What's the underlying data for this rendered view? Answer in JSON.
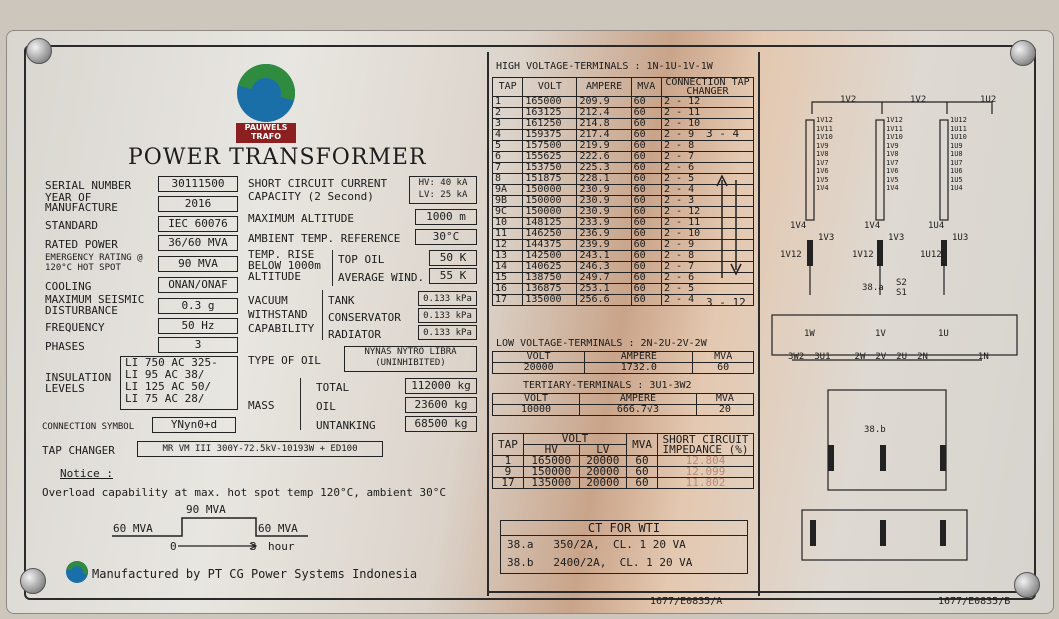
{
  "brand": {
    "logo_text": "PAUWELS TRAFO",
    "title": "POWER TRANSFORMER"
  },
  "specs": {
    "serial_number_label": "SERIAL NUMBER",
    "serial_number": "30111500",
    "year_label": "YEAR OF MANUFACTURE",
    "year": "2016",
    "standard_label": "STANDARD",
    "standard": "IEC 60076",
    "rated_power_label": "RATED POWER",
    "rated_power": "36/60 MVA",
    "emergency_label": "EMERGENCY RATING @ 120°C HOT SPOT",
    "emergency": "90 MVA",
    "cooling_label": "COOLING",
    "cooling": "ONAN/ONAF",
    "seismic_label": "MAXIMUM SEISMIC DISTURBANCE",
    "seismic": "0.3 g",
    "frequency_label": "FREQUENCY",
    "frequency": "50 Hz",
    "phases_label": "PHASES",
    "phases": "3",
    "insulation_label": "INSULATION LEVELS",
    "insulation_lines": [
      "LI 750 AC 325-",
      "LI 95 AC 38/",
      "LI 125 AC 50/",
      "LI 75 AC 28/"
    ],
    "connection_label": "CONNECTION SYMBOL",
    "connection": "YNyn0+d",
    "tap_changer_label": "TAP CHANGER",
    "tap_changer": "MR VM III 300Y-72.5kV-10193W + ED100"
  },
  "specs2": {
    "short_circuit_label": "SHORT CIRCUIT CURRENT",
    "capacity_label": "CAPACITY (2 Second)",
    "hv_sc": "HV: 40 kA",
    "lv_sc": "LV: 25 kA",
    "max_alt_label": "MAXIMUM ALTITUDE",
    "max_alt": "1000 m",
    "ambient_label": "AMBIENT TEMP. REFERENCE",
    "ambient": "30°C",
    "temp_rise_label": "TEMP. RISE BELOW 1000m ALTITUDE",
    "top_oil_label": "TOP OIL",
    "top_oil": "50 K",
    "avg_wind_label": "AVERAGE WIND.",
    "avg_wind": "55 K",
    "vacuum_label": "VACUUM WITHSTAND CAPABILITY",
    "tank_label": "TANK",
    "tank": "0.133 kPa",
    "conservator_label": "CONSERVATOR",
    "conservator": "0.133 kPa",
    "radiator_label": "RADIATOR",
    "radiator": "0.133 kPa",
    "oil_type_label": "TYPE OF OIL",
    "oil_type_1": "NYNAS NYTRO LIBRA",
    "oil_type_2": "(UNINHIBITED)",
    "mass_label": "MASS",
    "total_label": "TOTAL",
    "total": "112000 kg",
    "oil_label": "OIL",
    "oil": "23600 kg",
    "untanking_label": "UNTANKING",
    "untanking": "68500 kg"
  },
  "notice": {
    "title": "Notice :",
    "text": "Overload capability at max. hot spot temp 120°C, ambient 30°C",
    "left_mva": "60 MVA",
    "mid_mva": "90 MVA",
    "right_mva": "60 MVA",
    "t0": "0",
    "t3": "3",
    "hour": "hour"
  },
  "manufacturer": "Manufactured by PT CG Power Systems Indonesia",
  "hv_table": {
    "title": "HIGH VOLTAGE-TERMINALS : 1N-1U-1V-1W",
    "headers": [
      "TAP",
      "VOLT",
      "AMPERE",
      "MVA",
      "CONNECTION TAP CHANGER"
    ],
    "rows": [
      [
        "1",
        "165000",
        "209.9",
        "60",
        "2 - 12"
      ],
      [
        "2",
        "163125",
        "212.4",
        "60",
        "2 - 11"
      ],
      [
        "3",
        "161250",
        "214.8",
        "60",
        "2 - 10"
      ],
      [
        "4",
        "159375",
        "217.4",
        "60",
        "2 - 9"
      ],
      [
        "5",
        "157500",
        "219.9",
        "60",
        "2 - 8"
      ],
      [
        "6",
        "155625",
        "222.6",
        "60",
        "2 - 7"
      ],
      [
        "7",
        "153750",
        "225.3",
        "60",
        "2 - 6"
      ],
      [
        "8",
        "151875",
        "228.1",
        "60",
        "2 - 5"
      ],
      [
        "9A",
        "150000",
        "230.9",
        "60",
        "2 - 4"
      ],
      [
        "9B",
        "150000",
        "230.9",
        "60",
        "2 - 3"
      ],
      [
        "9C",
        "150000",
        "230.9",
        "60",
        "2 - 12"
      ],
      [
        "10",
        "148125",
        "233.9",
        "60",
        "2 - 11"
      ],
      [
        "11",
        "146250",
        "236.9",
        "60",
        "2 - 10"
      ],
      [
        "12",
        "144375",
        "239.9",
        "60",
        "2 - 9"
      ],
      [
        "13",
        "142500",
        "243.1",
        "60",
        "2 - 8"
      ],
      [
        "14",
        "140625",
        "246.3",
        "60",
        "2 - 7"
      ],
      [
        "15",
        "138750",
        "249.7",
        "60",
        "2 - 6"
      ],
      [
        "16",
        "136875",
        "253.1",
        "60",
        "2 - 5"
      ],
      [
        "17",
        "135000",
        "256.6",
        "60",
        "2 - 4"
      ]
    ],
    "range_upper": "3 - 4",
    "range_lower": "3 - 12"
  },
  "lv_table": {
    "title": "LOW VOLTAGE-TERMINALS : 2N-2U-2V-2W",
    "headers": [
      "VOLT",
      "AMPERE",
      "MVA"
    ],
    "row": [
      "20000",
      "1732.0",
      "60"
    ]
  },
  "tert_table": {
    "title": "TERTIARY-TERMINALS : 3U1-3W2",
    "headers": [
      "VOLT",
      "AMPERE",
      "MVA"
    ],
    "row": [
      "10000",
      "666.7√3",
      "20"
    ]
  },
  "imp_table": {
    "headers": [
      "TAP",
      "VOLT",
      "MVA",
      "SHORT CIRCUIT IMPEDANCE (%)"
    ],
    "sub": [
      "HV",
      "LV"
    ],
    "rows": [
      [
        "1",
        "165000",
        "20000",
        "60",
        "12.804"
      ],
      [
        "9",
        "150000",
        "20000",
        "60",
        "12.099"
      ],
      [
        "17",
        "135000",
        "20000",
        "60",
        "11.802"
      ]
    ]
  },
  "ct": {
    "title": "CT FOR WTI",
    "line1": "38.a   350/2A,  CL. 1 20 VA",
    "line2": "38.b   2400/2A,  CL. 1 20 VA"
  },
  "codes": {
    "a": "1677/E0835/A",
    "b": "1677/E0835/B"
  },
  "diagram": {
    "top": [
      "1V2",
      "1V2",
      "1U2"
    ],
    "taps_a": [
      "1V12",
      "1V11",
      "1V10",
      "1V9",
      "1V8",
      "1V7",
      "1V6",
      "1V5",
      "1V4"
    ],
    "taps_b": [
      "1V12",
      "1V11",
      "1V10",
      "1V9",
      "1V8",
      "1V7",
      "1V6",
      "1V5",
      "1V4"
    ],
    "taps_c": [
      "1U12",
      "1U11",
      "1U10",
      "1U9",
      "1U8",
      "1U7",
      "1U6",
      "1U5",
      "1U4"
    ],
    "w4": [
      "1V4",
      "1V4",
      "1U4"
    ],
    "w3": [
      "1V3",
      "1V3",
      "1U3"
    ],
    "w2": [
      "1V12",
      "1V12",
      "1U12"
    ],
    "ct_a": "38.a",
    "ct_b": "38.b",
    "s2": "S2",
    "s1": "S1",
    "bottom_hv": [
      "1W",
      "1V",
      "1U"
    ],
    "lv_row": [
      "3W2",
      "3U1",
      "2W",
      "2V",
      "2U",
      "2N",
      "1N"
    ]
  }
}
